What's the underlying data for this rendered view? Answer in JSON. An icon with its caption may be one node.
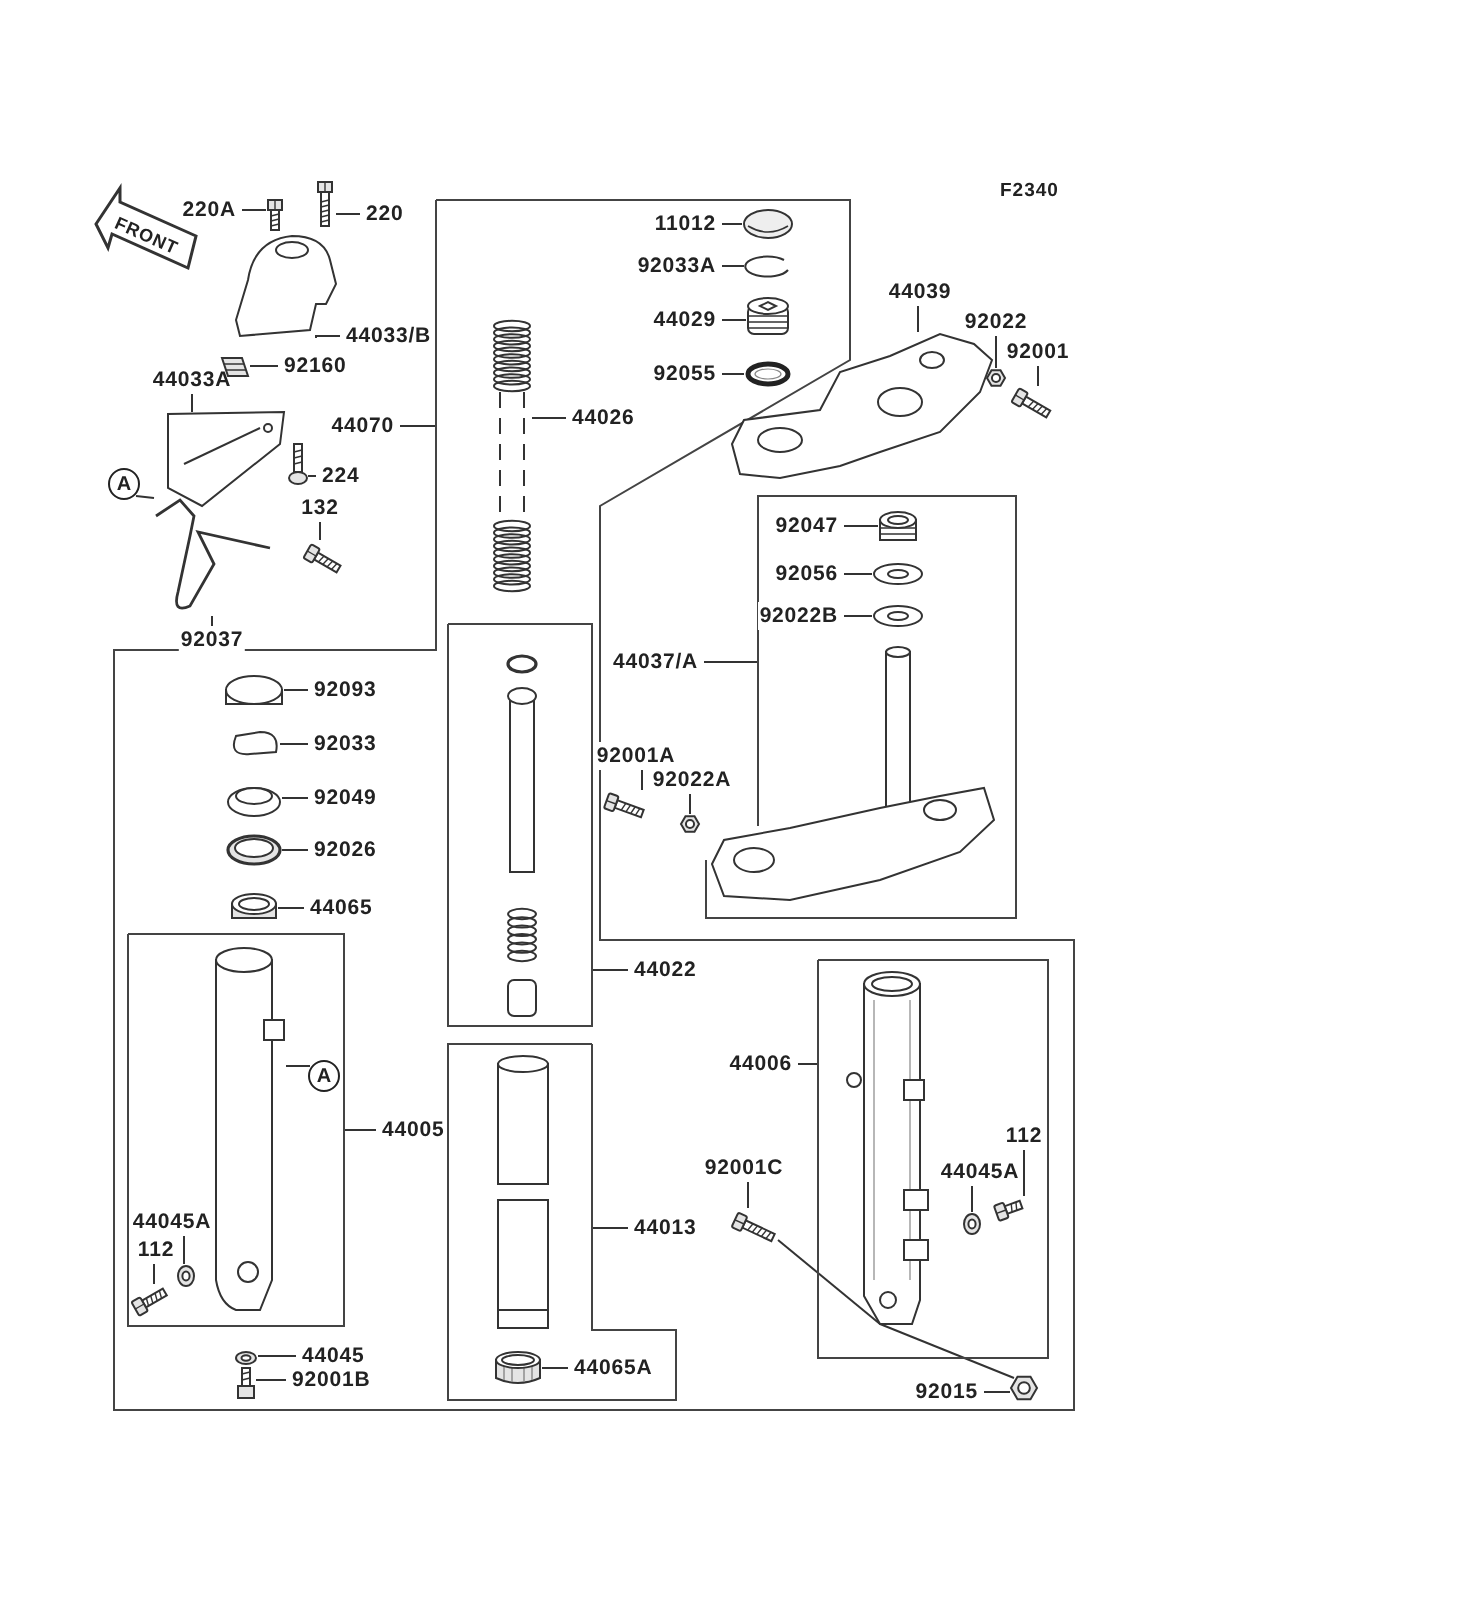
{
  "diagram": {
    "nodes": [
      {
        "text": [],
        "shape": "box"
      },
      {
        "text": [],
        "shape": "box"
      },
      {
        "text": [],
        "shape": "box",
        "in": 0
      },
      {
        "text": [],
        "shape": "box",
        "in": 0
      },
      {
        "text": [],
        "shape": "box",
        "in": 0
      },
      {
        "text": [],
        "shape": "box",
        "in": 0
      },
      {
        "text": [
          "220A"
        ]
      },
      {
        "text": [
          "220"
        ]
      },
      {
        "text": [
          "44033/B"
        ]
      },
      {
        "text": [
          "92160"
        ]
      },
      {
        "text": [
          "44033A"
        ]
      },
      {
        "text": [
          "44070"
        ]
      },
      {
        "text": [
          "224"
        ]
      },
      {
        "text": [
          "132"
        ]
      },
      {
        "text": [
          "92037"
        ]
      },
      {
        "text": [
          "A"
        ]
      },
      {
        "text": [
          "11012"
        ],
        "in": 0
      },
      {
        "text": [
          "92033A"
        ],
        "in": 0
      },
      {
        "text": [
          "44029"
        ],
        "in": 0
      },
      {
        "text": [
          "92055"
        ],
        "in": 0
      },
      {
        "text": [
          "44026"
        ],
        "in": 0
      },
      {
        "text": [
          "44039"
        ]
      },
      {
        "text": [
          "92022"
        ]
      },
      {
        "text": [
          "92001"
        ]
      },
      {
        "text": [
          "92047"
        ],
        "in": 1
      },
      {
        "text": [
          "92056"
        ],
        "in": 1
      },
      {
        "text": [
          "92022B"
        ],
        "in": 1
      },
      {
        "text": [
          "44037/A"
        ]
      },
      {
        "text": [
          "92001A"
        ]
      },
      {
        "text": [
          "92022A"
        ]
      },
      {
        "text": [
          "92093"
        ],
        "in": 0
      },
      {
        "text": [
          "92033"
        ],
        "in": 0
      },
      {
        "text": [
          "92049"
        ],
        "in": 0
      },
      {
        "text": [
          "92026"
        ],
        "in": 0
      },
      {
        "text": [
          "44065"
        ],
        "in": 0
      },
      {
        "text": [
          "A"
        ],
        "in": 4
      },
      {
        "text": [
          "44005"
        ],
        "in": 0
      },
      {
        "text": [
          "44045A"
        ],
        "in": 4
      },
      {
        "text": [
          "112"
        ],
        "in": 4
      },
      {
        "text": [
          "44045"
        ],
        "in": 0
      },
      {
        "text": [
          "92001B"
        ],
        "in": 0
      },
      {
        "text": [
          "44022"
        ],
        "in": 0
      },
      {
        "text": [
          "44013"
        ],
        "in": 0
      },
      {
        "text": [
          "44065A"
        ],
        "in": 3
      },
      {
        "text": [
          "44006"
        ],
        "in": 0
      },
      {
        "text": [
          "92001C"
        ],
        "in": 0
      },
      {
        "text": [
          "44045A"
        ],
        "in": 5
      },
      {
        "text": [
          "112"
        ],
        "in": 5
      },
      {
        "text": [
          "92015"
        ],
        "in": 0
      },
      {
        "text": [],
        "shape": "picture"
      },
      {
        "text": [],
        "shape": "picture"
      },
      {
        "text": [],
        "shape": "picture"
      },
      {
        "text": [],
        "shape": "picture"
      },
      {
        "text": [],
        "shape": "picture"
      },
      {
        "text": [],
        "shape": "picture"
      },
      {
        "text": [],
        "shape": "picture"
      },
      {
        "text": [],
        "shape": "picture"
      },
      {
        "text": [],
        "shape": "picture",
        "in": 0
      },
      {
        "text": [],
        "shape": "picture",
        "in": 0
      },
      {
        "text": [],
        "shape": "picture",
        "in": 0
      },
      {
        "text": [],
        "shape": "picture",
        "in": 0
      },
      {
        "text": [],
        "shape": "picture",
        "in": 0
      },
      {
        "text": [],
        "shape": "picture"
      },
      {
        "text": [],
        "shape": "picture"
      },
      {
        "text": [],
        "shape": "picture"
      },
      {
        "text": [],
        "shape": "picture",
        "in": 1
      },
      {
        "text": [],
        "shape": "picture",
        "in": 1
      },
      {
        "text": [],
        "shape": "picture",
        "in": 1
      },
      {
        "text": [],
        "shape": "picture",
        "in": 1
      },
      {
        "text": [],
        "shape": "picture"
      },
      {
        "text": [],
        "shape": "picture"
      },
      {
        "text": [],
        "shape": "picture",
        "in": 0
      },
      {
        "text": [],
        "shape": "picture",
        "in": 0
      },
      {
        "text": [],
        "shape": "picture",
        "in": 0
      },
      {
        "text": [],
        "shape": "picture",
        "in": 0
      },
      {
        "text": [],
        "shape": "picture",
        "in": 0
      },
      {
        "text": [],
        "shape": "picture",
        "in": 4
      },
      {
        "text": [],
        "shape": "picture",
        "in": 4
      },
      {
        "text": [],
        "shape": "picture",
        "in": 4
      },
      {
        "text": [],
        "shape": "picture",
        "in": 0
      },
      {
        "text": [],
        "shape": "picture",
        "in": 0
      },
      {
        "text": [],
        "shape": "picture",
        "in": 3
      },
      {
        "text": [],
        "shape": "picture",
        "in": 5
      },
      {
        "text": [],
        "shape": "picture",
        "in": 0
      },
      {
        "text": [],
        "shape": "picture",
        "in": 5
      },
      {
        "text": [],
        "shape": "picture",
        "in": 5
      },
      {
        "text": [],
        "shape": "picture",
        "in": 0
      }
    ],
    "edges": [
      {
        "from": 6,
        "to": 49,
        "arrow": "none"
      },
      {
        "from": 7,
        "to": 50,
        "arrow": "none"
      },
      {
        "from": 8,
        "to": 51,
        "arrow": "none"
      },
      {
        "from": 9,
        "to": 52,
        "arrow": "none"
      },
      {
        "from": 10,
        "to": 53,
        "arrow": "none"
      },
      {
        "from": 11,
        "to": 0,
        "arrow": "none"
      },
      {
        "from": 12,
        "to": 54,
        "arrow": "none"
      },
      {
        "from": 13,
        "to": 56,
        "arrow": "none"
      },
      {
        "from": 14,
        "to": 55,
        "arrow": "none"
      },
      {
        "from": 15,
        "to": 55,
        "arrow": "none"
      },
      {
        "from": 16,
        "to": 57,
        "arrow": "none"
      },
      {
        "from": 17,
        "to": 58,
        "arrow": "none"
      },
      {
        "from": 18,
        "to": 59,
        "arrow": "none"
      },
      {
        "from": 19,
        "to": 60,
        "arrow": "none"
      },
      {
        "from": 20,
        "to": 61,
        "arrow": "none"
      },
      {
        "from": 21,
        "to": 62,
        "arrow": "none"
      },
      {
        "from": 22,
        "to": 63,
        "arrow": "none"
      },
      {
        "from": 23,
        "to": 64,
        "arrow": "none"
      },
      {
        "from": 24,
        "to": 65,
        "arrow": "none"
      },
      {
        "from": 25,
        "to": 66,
        "arrow": "none"
      },
      {
        "from": 26,
        "to": 67,
        "arrow": "none"
      },
      {
        "from": 27,
        "to": 1,
        "arrow": "none"
      },
      {
        "from": 28,
        "to": 69,
        "arrow": "none"
      },
      {
        "from": 29,
        "to": 70,
        "arrow": "none"
      },
      {
        "from": 30,
        "to": 71,
        "arrow": "none"
      },
      {
        "from": 31,
        "to": 72,
        "arrow": "none"
      },
      {
        "from": 32,
        "to": 73,
        "arrow": "none"
      },
      {
        "from": 33,
        "to": 74,
        "arrow": "none"
      },
      {
        "from": 34,
        "to": 75,
        "arrow": "none"
      },
      {
        "from": 35,
        "to": 76,
        "arrow": "none"
      },
      {
        "from": 36,
        "to": 4,
        "arrow": "none"
      },
      {
        "from": 37,
        "to": 77,
        "arrow": "none"
      },
      {
        "from": 38,
        "to": 78,
        "arrow": "none"
      },
      {
        "from": 39,
        "to": 79,
        "arrow": "none"
      },
      {
        "from": 40,
        "to": 80,
        "arrow": "none"
      },
      {
        "from": 41,
        "to": 2,
        "arrow": "none"
      },
      {
        "from": 42,
        "to": 3,
        "arrow": "none"
      },
      {
        "from": 43,
        "to": 81,
        "arrow": "none"
      },
      {
        "from": 44,
        "to": 5,
        "arrow": "none"
      },
      {
        "from": 45,
        "to": 83,
        "arrow": "none"
      },
      {
        "from": 46,
        "to": 84,
        "arrow": "none"
      },
      {
        "from": 47,
        "to": 85,
        "arrow": "none"
      },
      {
        "from": 48,
        "to": 86,
        "arrow": "none"
      },
      {
        "from": 83,
        "to": 82,
        "arrow": "none"
      },
      {
        "from": 82,
        "to": 86,
        "arrow": "none"
      }
    ],
    "labels": [
      "F2340",
      "FRONT"
    ]
  }
}
